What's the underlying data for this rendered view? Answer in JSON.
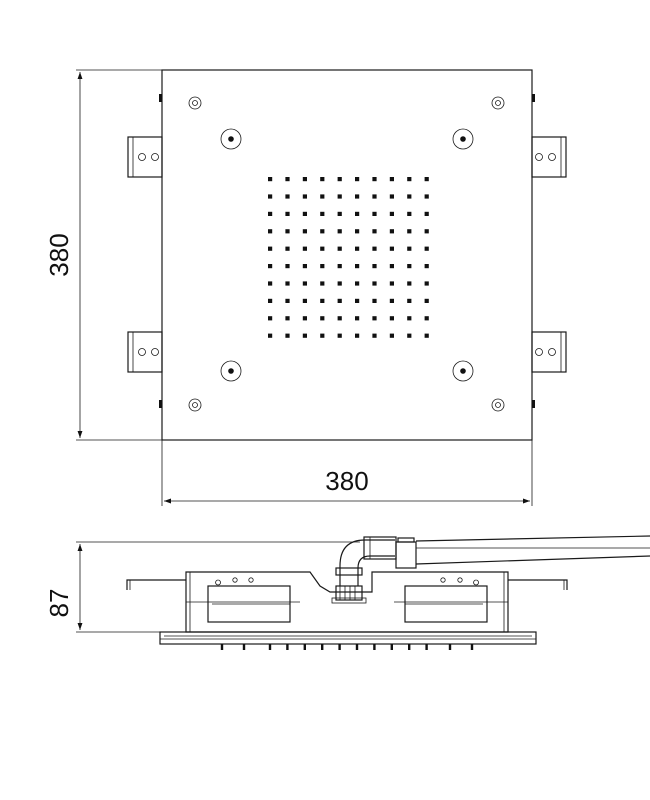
{
  "top_view": {
    "height_label": "380",
    "width_label": "380",
    "nozzle_grid": {
      "rows": 10,
      "cols": 10
    }
  },
  "side_view": {
    "height_label": "87"
  },
  "colors": {
    "line": "#1a1a1a",
    "background": "#ffffff"
  }
}
